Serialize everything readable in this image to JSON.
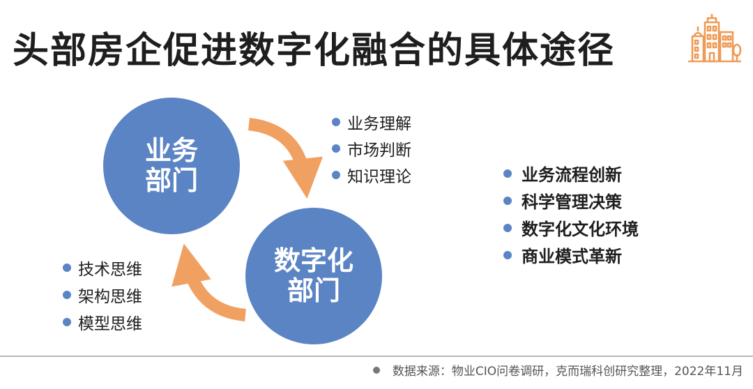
{
  "title": "头部房企促进数字化融合的具体途径",
  "circles": {
    "business": {
      "line1": "业务",
      "line2": "部门"
    },
    "digital": {
      "line1": "数字化",
      "line2": "部门"
    }
  },
  "business_contributions": [
    "业务理解",
    "市场判断",
    "知识理论"
  ],
  "digital_contributions": [
    "技术思维",
    "架构思维",
    "模型思维"
  ],
  "outcomes": [
    "业务流程创新",
    "科学管理决策",
    "数字化文化环境",
    "商业模式革新"
  ],
  "source": "数据来源：物业CIO问卷调研，克而瑞科创研究整理，2022年11月",
  "colors": {
    "circle": "#5b84c4",
    "arrow": "#f0a061",
    "logo": "#ef9a55",
    "title": "#1e1e1e"
  },
  "icons": {
    "logo": "city-buildings-icon",
    "arrows": "cycle-arrow-icon"
  }
}
